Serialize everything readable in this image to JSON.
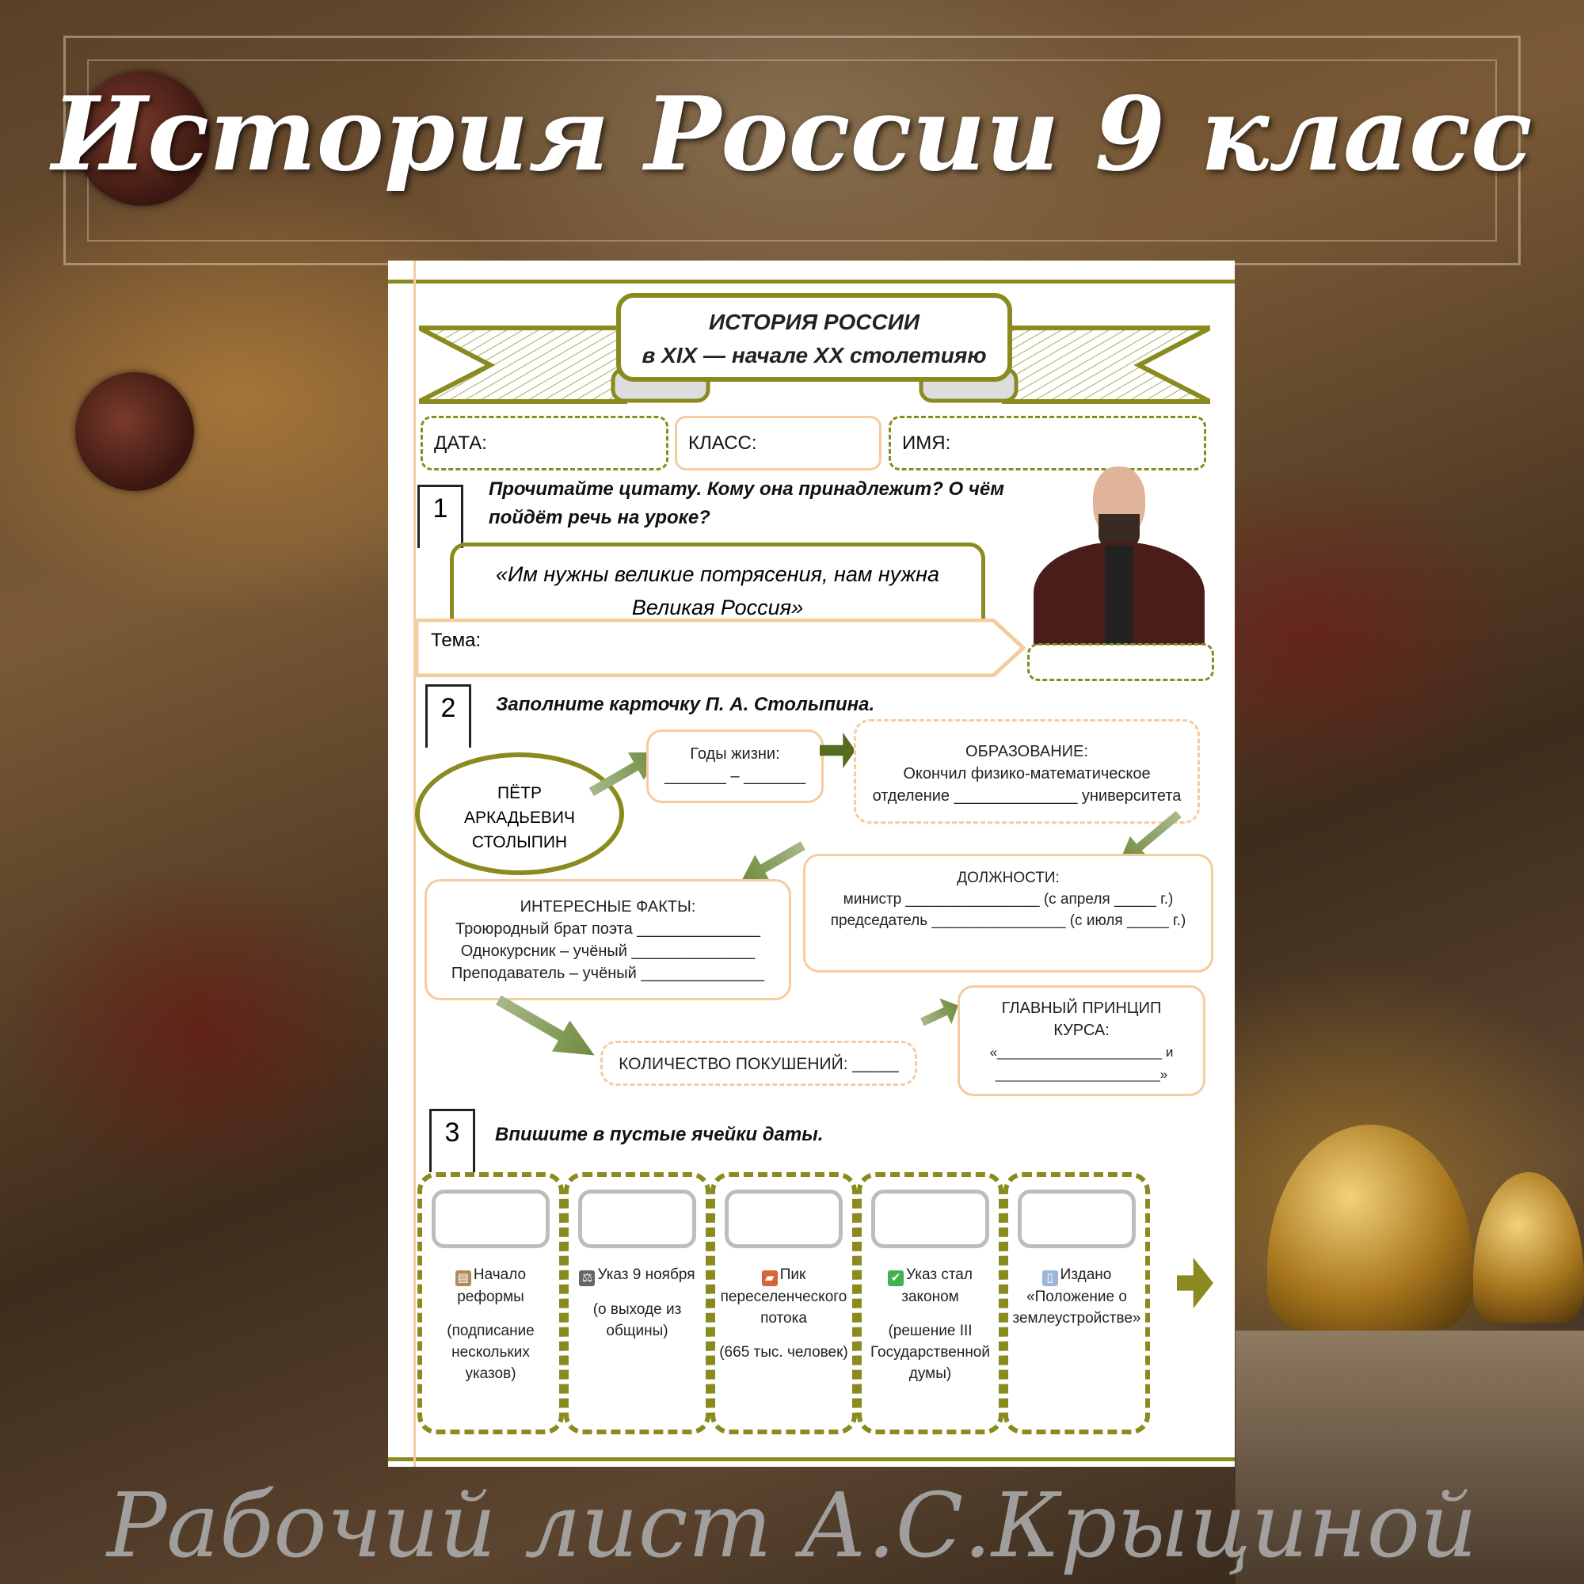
{
  "cover": {
    "title": "История России 9 класс"
  },
  "worksheet": {
    "header": {
      "line1": "ИСТОРИЯ РОССИИ",
      "line2": "в XIX — начале XX столетияю"
    },
    "fields": {
      "date": "ДАТА:",
      "class": "КЛАСС:",
      "name": "ИМЯ:"
    },
    "task1": {
      "number": "1",
      "prompt": "Прочитайте цитату. Кому она принадлежит? О чём пойдёт речь на уроке?",
      "quote_line1": "«Им нужны великие потрясения, нам нужна",
      "quote_line2": "Великая Россия»",
      "topic_label": "Тема:"
    },
    "task2": {
      "number": "2",
      "prompt": "Заполните карточку П. А. Столыпина.",
      "person": [
        "ПЁТР",
        "АРКАДЬЕВИЧ",
        "СТОЛЫПИН"
      ],
      "years": {
        "title": "Годы жизни:",
        "blank": "_______ – _______"
      },
      "education": {
        "title": "ОБРАЗОВАНИЕ:",
        "line1": "Окончил физико-математическое",
        "line2": "отделение ______________ университета"
      },
      "positions": {
        "title": "ДОЛЖНОСТИ:",
        "line1": "министр ________________ (с апреля _____ г.)",
        "line2": "председатель ________________ (с июля _____ г.)"
      },
      "facts": {
        "title": "ИНТЕРЕСНЫЕ ФАКТЫ:",
        "line1": "Троюродный брат поэта ______________",
        "line2": "Однокурсник – учёный ______________",
        "line3": "Преподаватель – учёный ______________"
      },
      "attempts": {
        "label": "КОЛИЧЕСТВО ПОКУШЕНИЙ: _____"
      },
      "principle": {
        "title1": "ГЛАВНЫЙ ПРИНЦИП",
        "title2": "КУРСА:",
        "line1": "«______________________ и",
        "line2": "______________________»"
      }
    },
    "task3": {
      "number": "3",
      "prompt": "Впишите в пустые ячейки  даты.",
      "columns": [
        {
          "icon": "scroll-icon",
          "glyph": "▤",
          "color": "#b08a5a",
          "title": "Начало реформы",
          "note": "(подписание нескольких указов)"
        },
        {
          "icon": "scales-icon",
          "glyph": "⚖",
          "color": "#666666",
          "title": "Указ 9 ноября",
          "note": "(о выходе из общины)"
        },
        {
          "icon": "train-icon",
          "glyph": "▰",
          "color": "#d9643a",
          "title": "Пик переселенческого потока",
          "note": "(665 тыс. человек)"
        },
        {
          "icon": "check-mark-icon",
          "glyph": "✔",
          "color": "#3fb34f",
          "title": "Указ стал законом",
          "note": "(решение III Государственной думы)"
        },
        {
          "icon": "book-icon",
          "glyph": "▯",
          "color": "#9ab7d8",
          "title": "Издано «Положение о землеустройстве»",
          "note": ""
        }
      ]
    },
    "watermark": "Рабочий лист А.С.Крыциной"
  },
  "colors": {
    "olive": "#8a8a1f",
    "peach": "#f6cba0"
  }
}
